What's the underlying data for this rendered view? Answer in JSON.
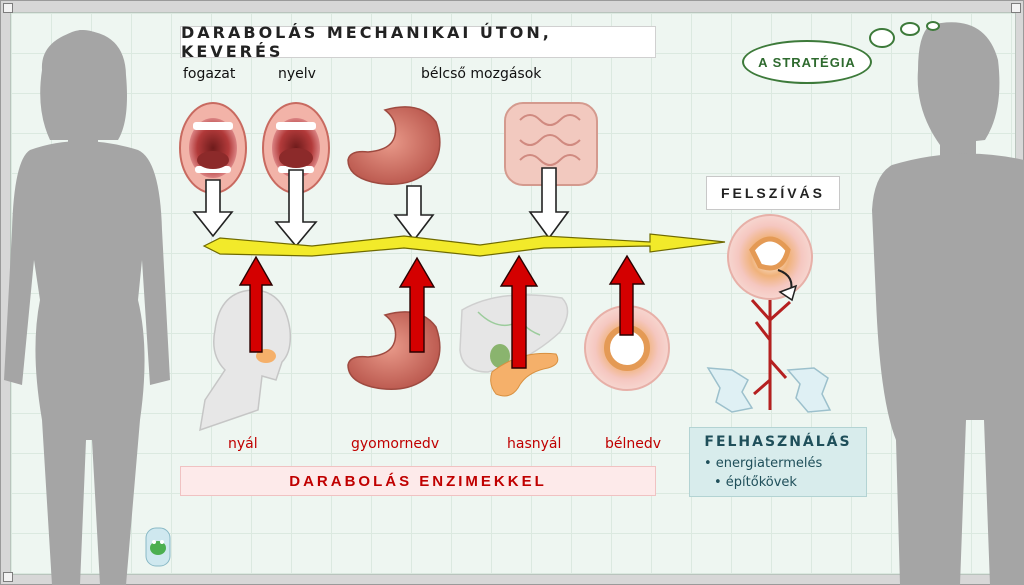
{
  "title": "DARABOLÁS MECHANIKAI ÚTON, KEVERÉS",
  "mechanical_labels": {
    "fogazat": "fogazat",
    "nyelv": "nyelv",
    "belcso": "bélcső mozgások"
  },
  "strategy_label": "A STRATÉGIA",
  "absorption_label": "FELSZÍVÁS",
  "enzyme_labels": {
    "nyal": "nyál",
    "gyomornedv": "gyomornedv",
    "hasnyal": "hasnyál",
    "belnedv": "bélnedv"
  },
  "enzyme_box_label": "DARABOLÁS ENZIMEKKEL",
  "utilization": {
    "title": "FELHASZNÁLÁS",
    "items": [
      "• energiatermelés",
      "• építőkövek"
    ]
  },
  "colors": {
    "enzyme_red": "#c00000",
    "main_arrow_yellow": "#f2ea2a",
    "strategy_green": "#3d7a3a",
    "silhouette": "#a5a5a5"
  },
  "icons": {
    "left_person": "female-silhouette-icon",
    "right_person": "male-silhouette-icon",
    "frog_logo": "frog-logo-icon"
  }
}
